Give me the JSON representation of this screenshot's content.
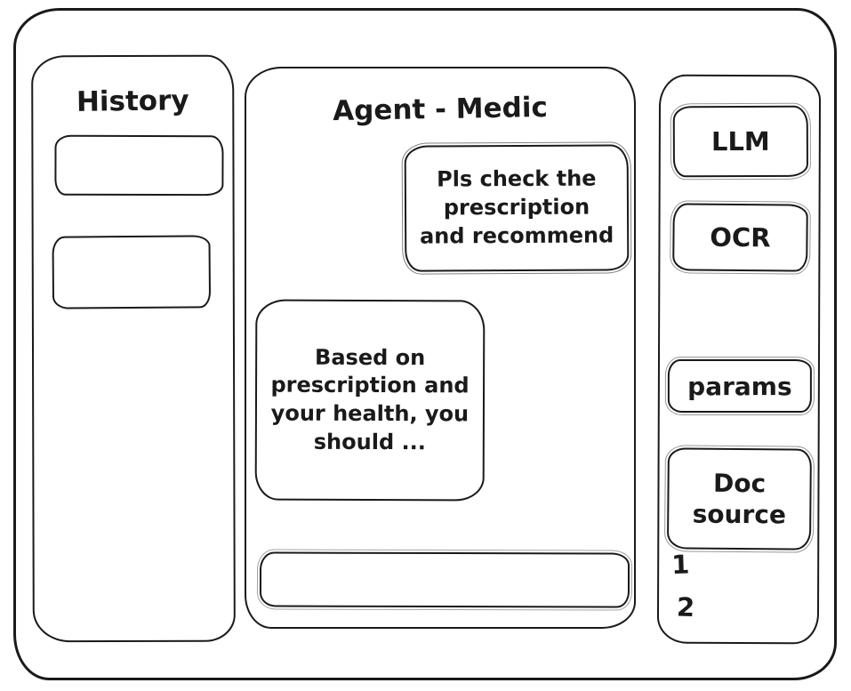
{
  "history_panel": {
    "title": "History"
  },
  "chat_panel": {
    "title": "Agent - Medic",
    "user_message": "Pls check the prescription and recommend",
    "agent_message": "Based on prescription and your health, you should ...",
    "input_value": ""
  },
  "tools_panel": {
    "items": [
      {
        "label": "LLM"
      },
      {
        "label": "OCR"
      },
      {
        "label": "params"
      },
      {
        "label": "Doc source"
      }
    ],
    "annotations": [
      "1",
      "2"
    ]
  }
}
